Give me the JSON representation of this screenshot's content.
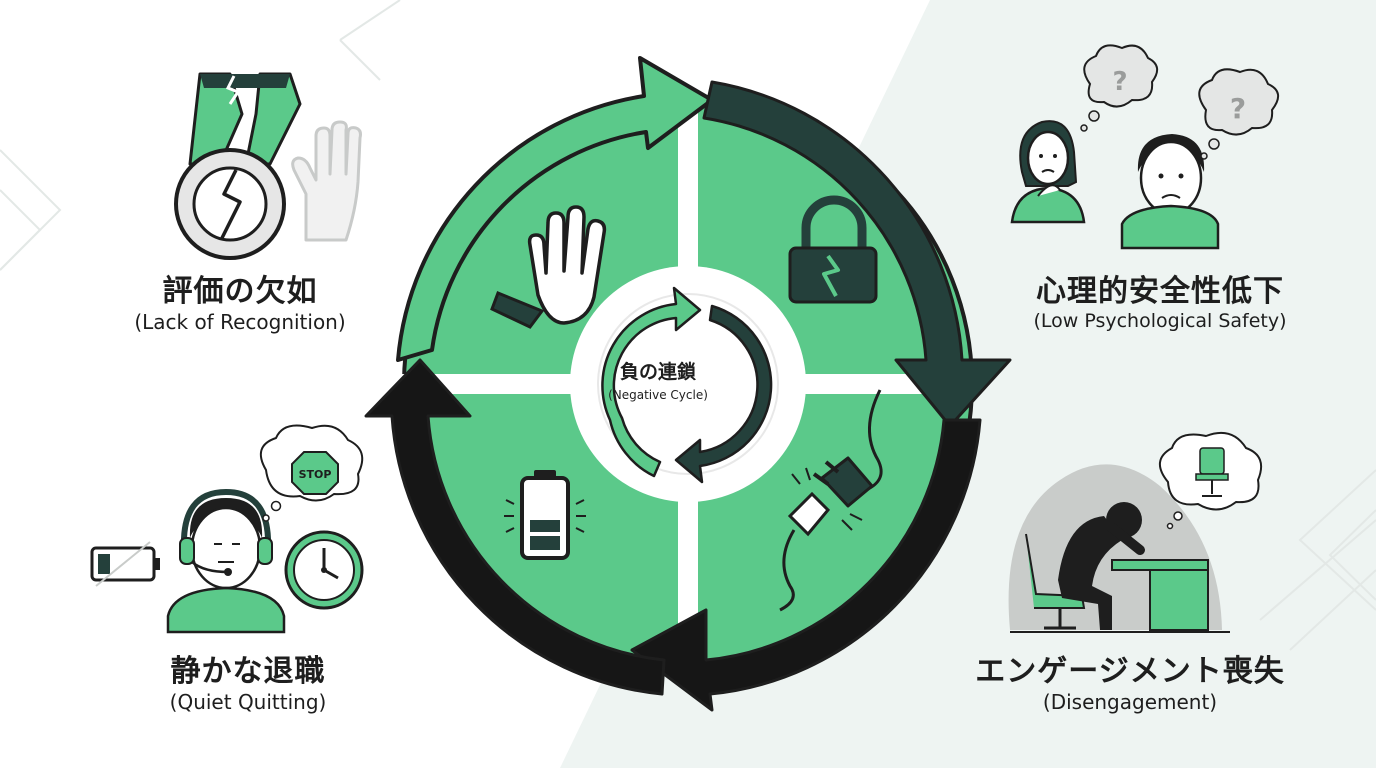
{
  "colors": {
    "green": "#5bc98a",
    "dark_teal": "#24403b",
    "black": "#161616",
    "ink": "#1e1e1e",
    "bg_tint": "#eef4f2",
    "gray": "#c9ccca"
  },
  "center": {
    "title": "負の連鎖",
    "subtitle": "(Negative Cycle)"
  },
  "stages": [
    {
      "title": "評価の欠如",
      "subtitle": "(Lack of Recognition)",
      "icons": [
        "broken-medal-icon",
        "raised-hand-icon"
      ]
    },
    {
      "title": "心理的安全性低下",
      "subtitle": "(Low Psychological Safety)",
      "icons": [
        "worried-woman-icon",
        "worried-man-icon",
        "question-bubble-icon"
      ]
    },
    {
      "title": "エンゲージメント喪失",
      "subtitle": "(Disengagement)",
      "icons": [
        "slumped-worker-icon",
        "desk-icon",
        "empty-chair-bubble-icon"
      ]
    },
    {
      "title": "静かな退職",
      "subtitle": "(Quiet Quitting)",
      "icons": [
        "headset-worker-icon",
        "stop-bubble-icon",
        "clock-icon",
        "low-battery-icon"
      ]
    }
  ],
  "quadrant_icons": [
    "stop-hand-icon",
    "broken-padlock-icon",
    "unplugged-icon",
    "low-battery-icon"
  ],
  "stop_sign_text": "STOP"
}
